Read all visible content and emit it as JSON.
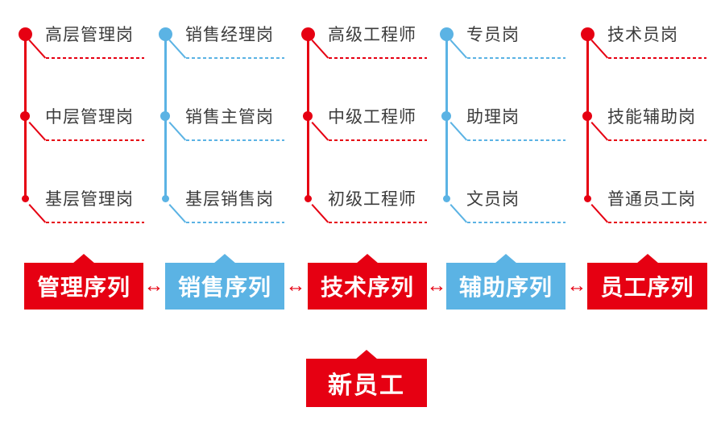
{
  "colors": {
    "red": "#e60012",
    "blue": "#5bb3e4",
    "label_text": "#3c3c3c",
    "box_text": "#ffffff",
    "background": "#ffffff"
  },
  "exchange_arrow": "↔",
  "sequences": [
    {
      "name": "管理序列",
      "color": "red",
      "positions": [
        "高层管理岗",
        "中层管理岗",
        "基层管理岗"
      ]
    },
    {
      "name": "销售序列",
      "color": "blue",
      "positions": [
        "销售经理岗",
        "销售主管岗",
        "基层销售岗"
      ]
    },
    {
      "name": "技术序列",
      "color": "red",
      "positions": [
        "高级工程师",
        "中级工程师",
        "初级工程师"
      ]
    },
    {
      "name": "辅助序列",
      "color": "blue",
      "positions": [
        "专员岗",
        "助理岗",
        "文员岗"
      ]
    },
    {
      "name": "员工序列",
      "color": "red",
      "positions": [
        "技术员岗",
        "技能辅助岗",
        "普通员工岗"
      ]
    }
  ],
  "entry_box": {
    "label": "新员工",
    "color": "red"
  }
}
